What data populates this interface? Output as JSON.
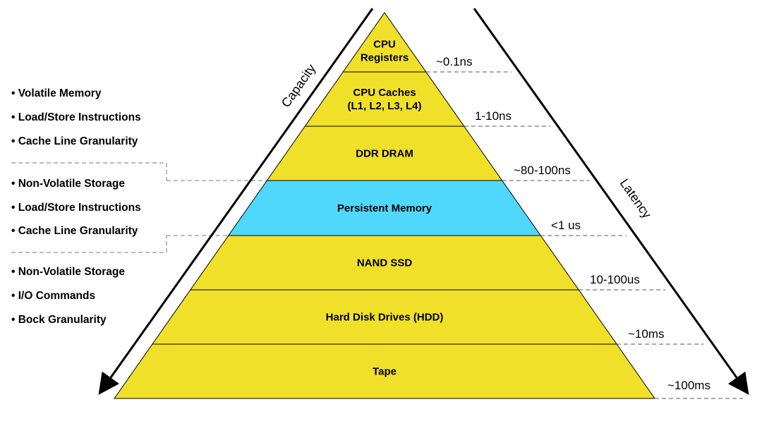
{
  "colors": {
    "layer_fill": "#f0e02a",
    "highlight_fill": "#4fd8fc",
    "outline": "#000000"
  },
  "axes": {
    "left_label": "Capacity",
    "right_label": "Latency"
  },
  "layers": [
    {
      "lines": [
        "CPU",
        "Registers"
      ],
      "highlight": false
    },
    {
      "lines": [
        "CPU Caches",
        "(L1, L2, L3, L4)"
      ],
      "highlight": false
    },
    {
      "lines": [
        "DDR DRAM"
      ],
      "highlight": false
    },
    {
      "lines": [
        "Persistent Memory"
      ],
      "highlight": true
    },
    {
      "lines": [
        "NAND SSD"
      ],
      "highlight": false
    },
    {
      "lines": [
        "Hard Disk Drives (HDD)"
      ],
      "highlight": false
    },
    {
      "lines": [
        "Tape"
      ],
      "highlight": false
    }
  ],
  "latencies": [
    "~0.1ns",
    "1-10ns",
    "~80-100ns",
    "<1 us",
    "10-100us",
    "~10ms",
    "~100ms"
  ],
  "groups": [
    {
      "items": [
        "• Volatile Memory",
        "• Load/Store Instructions",
        "• Cache Line Granularity"
      ]
    },
    {
      "items": [
        "• Non-Volatile Storage",
        "• Load/Store Instructions",
        "• Cache Line Granularity"
      ]
    },
    {
      "items": [
        "• Non-Volatile Storage",
        "• I/O Commands",
        "• Bock Granularity"
      ]
    }
  ]
}
